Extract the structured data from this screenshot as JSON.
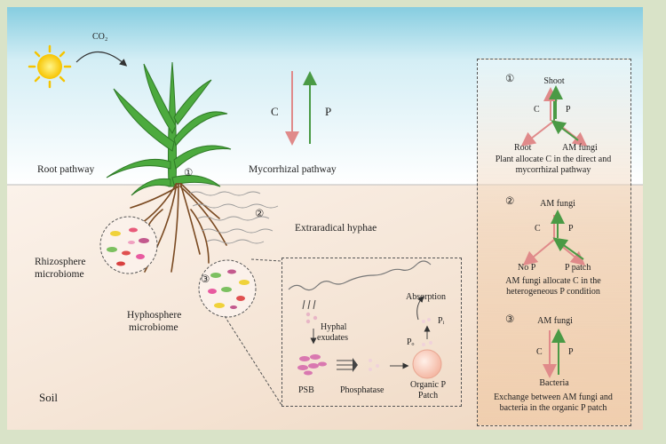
{
  "sky": {
    "co2_label": "CO₂",
    "root_pathway": "Root pathway",
    "mycorrhizal_pathway": "Mycorrhizal pathway",
    "arrow_c": "C",
    "arrow_p": "P"
  },
  "soil": {
    "label": "Soil",
    "extraradical_hyphae": "Extraradical hyphae",
    "rhizosphere_line1": "Rhizosphere",
    "rhizosphere_line2": "microbiome",
    "hyphosphere_line1": "Hyphosphere",
    "hyphosphere_line2": "microbiome"
  },
  "markers": {
    "m1": "①",
    "m2": "②",
    "m3": "③"
  },
  "inset": {
    "absorption": "Absorption",
    "pi": "Pᵢ",
    "po": "Pₒ",
    "hyphal_line1": "Hyphal",
    "hyphal_line2": "exudates",
    "psb": "PSB",
    "phosphatase": "Phosphatase",
    "organic_line1": "Organic P",
    "organic_line2": "Patch"
  },
  "panel": {
    "s1": {
      "num": "①",
      "top": "Shoot",
      "left": "Root",
      "right": "AM fungi",
      "c": "C",
      "p": "P",
      "caption_line1": "Plant allocate C in the direct and",
      "caption_line2": "mycorrhizal pathway"
    },
    "s2": {
      "num": "②",
      "top": "AM fungi",
      "left": "No P",
      "right": "P patch",
      "c": "C",
      "p": "P",
      "caption_line1": "AM fungi allocate C in the",
      "caption_line2": "heterogeneous P condition"
    },
    "s3": {
      "num": "③",
      "top": "AM fungi",
      "bottom": "Bacteria",
      "c": "C",
      "p": "P",
      "caption_line1": "Exchange between AM fungi and",
      "caption_line2": "bacteria in the organic P patch"
    }
  },
  "colors": {
    "carbon_arrow": "#e08a8a",
    "phosphorus_arrow": "#4a9a45",
    "sky_top": "#8fd0e2",
    "soil": "#f3e2d2",
    "panel_bg": "#f1d2b4"
  }
}
